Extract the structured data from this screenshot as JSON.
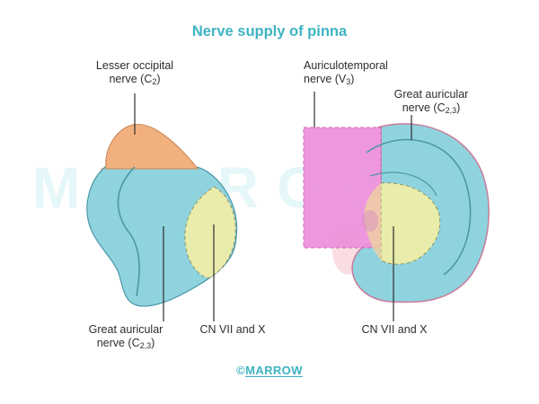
{
  "title": "Nerve supply of pinna",
  "watermark": "MARROW",
  "labels": {
    "lesser_occipital": {
      "line1": "Lesser occipital",
      "line2_main": "nerve (C",
      "line2_sub": "2",
      "line2_end": ")"
    },
    "great_auricular_left": {
      "line1": "Great auricular",
      "line2_main": "nerve (C",
      "line2_sub": "2,3",
      "line2_end": ")"
    },
    "cn_left": "CN VII and X",
    "auriculotemporal": {
      "line1": "Auriculotemporal",
      "line2_main": "nerve (V",
      "line2_sub": "3",
      "line2_end": ")"
    },
    "great_auricular_right": {
      "line1": "Great auricular",
      "line2_main": "nerve (C",
      "line2_sub": "2,3",
      "line2_end": ")"
    },
    "cn_right": "CN VII and X"
  },
  "footer": {
    "copyright": "©",
    "brand": "MARROW"
  },
  "colors": {
    "title": "#3fb3c2",
    "great_auricular": "#8fd3df",
    "lesser_occipital": "#f3b07f",
    "cn_vii_x": "#e9ecaa",
    "auriculotemporal": "#ee8fdc"
  }
}
